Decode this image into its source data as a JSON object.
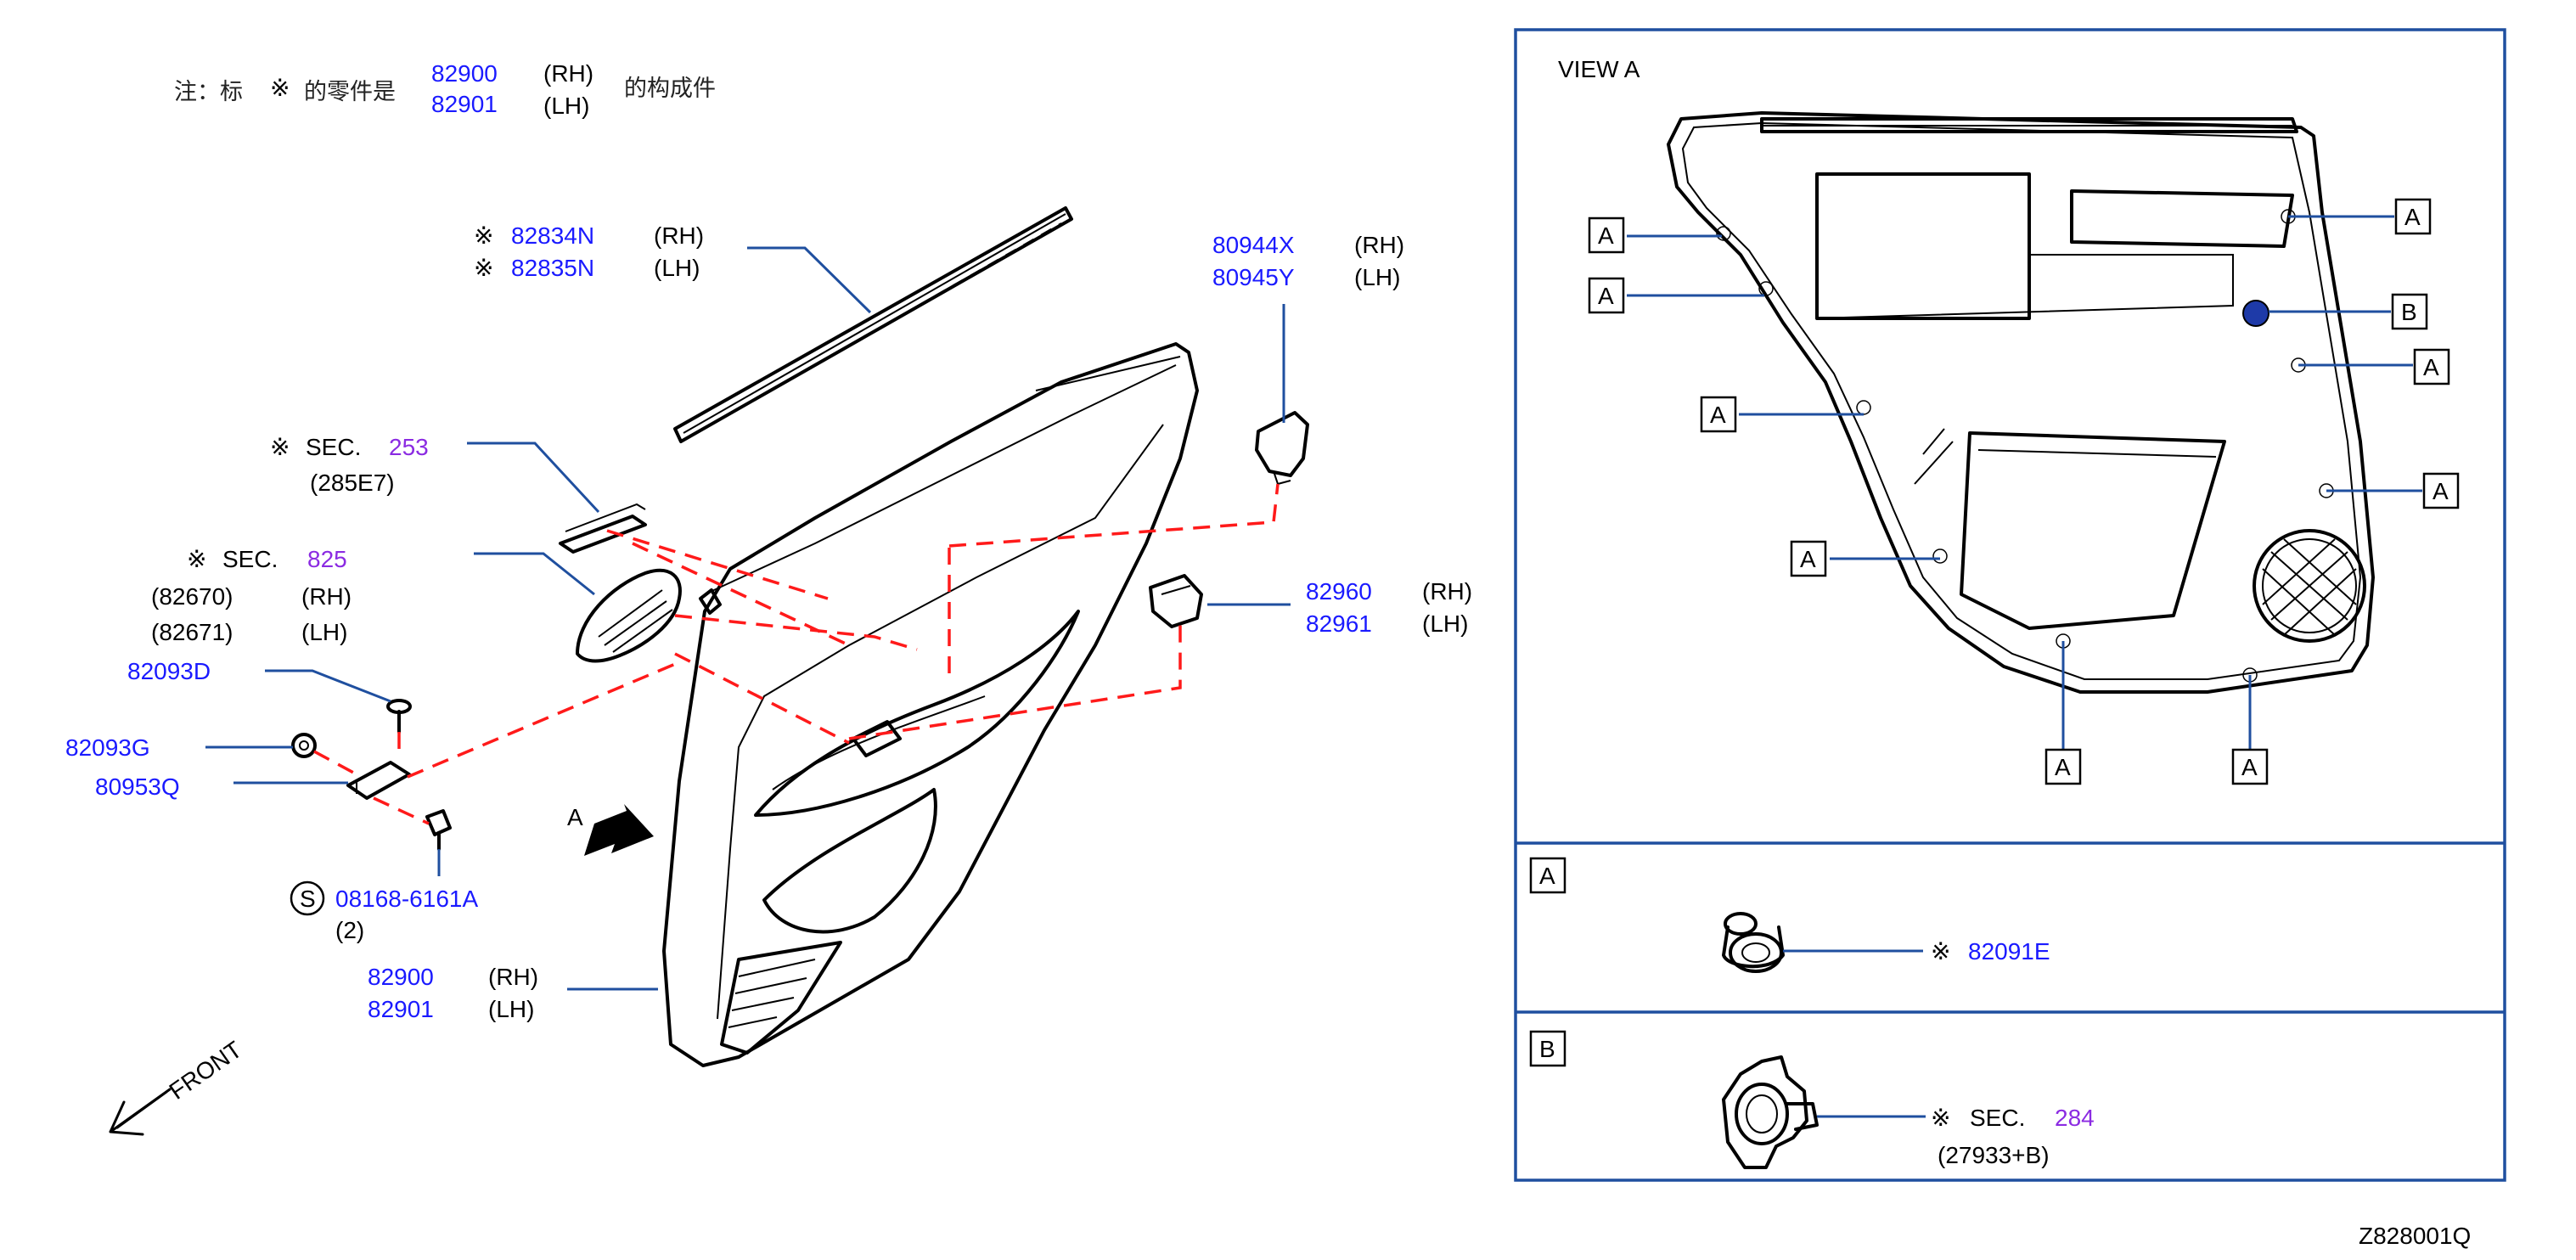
{
  "note": {
    "prefix": "注：标",
    "mark": "※",
    "middle": "的零件是",
    "part_rh": "82900",
    "part_lh": "82901",
    "rh": "(RH)",
    "lh": "(LH)",
    "suffix": "的构成件"
  },
  "labels": {
    "molding": {
      "mark": "※",
      "rh": "82834N",
      "lh": "82835N",
      "rh_side": "(RH)",
      "lh_side": "(LH)"
    },
    "clip_top": {
      "rh": "80944X",
      "lh": "80945Y",
      "rh_side": "(RH)",
      "lh_side": "(LH)"
    },
    "sec253": {
      "mark": "※",
      "sec": "SEC.",
      "num": "253",
      "sub": "(285E7)"
    },
    "sec825": {
      "mark": "※",
      "sec": "SEC.",
      "num": "825",
      "sub1": "(82670)",
      "sub1_side": "(RH)",
      "sub2": "(82671)",
      "sub2_side": "(LH)"
    },
    "part_82960": {
      "rh": "82960",
      "lh": "82961",
      "rh_side": "(RH)",
      "lh_side": "(LH)"
    },
    "screw_d": "82093D",
    "clip_g": "82093G",
    "bracket": "80953Q",
    "bolt": {
      "s": "S",
      "num": "08168-6161A",
      "qty": "(2)"
    },
    "trim": {
      "rh": "82900",
      "lh": "82901",
      "rh_side": "(RH)",
      "lh_side": "(LH)"
    },
    "arrow_a": "A",
    "front": "FRONT"
  },
  "view": {
    "title": "VIEW  A",
    "callout_a": "A",
    "callout_b": "B",
    "panel_a": {
      "key": "A",
      "mark": "※",
      "part": "82091E"
    },
    "panel_b": {
      "key": "B",
      "mark": "※",
      "sec": "SEC.",
      "num": "284",
      "sub": "(27933+B)"
    }
  },
  "diagram_id": "Z828001Q",
  "colors": {
    "part_number": "#1a1aff",
    "section_number": "#8b2be2",
    "leader": "#1f4f9f",
    "dashed_link": "#ff1a1a",
    "frame": "#1f4f9f"
  }
}
